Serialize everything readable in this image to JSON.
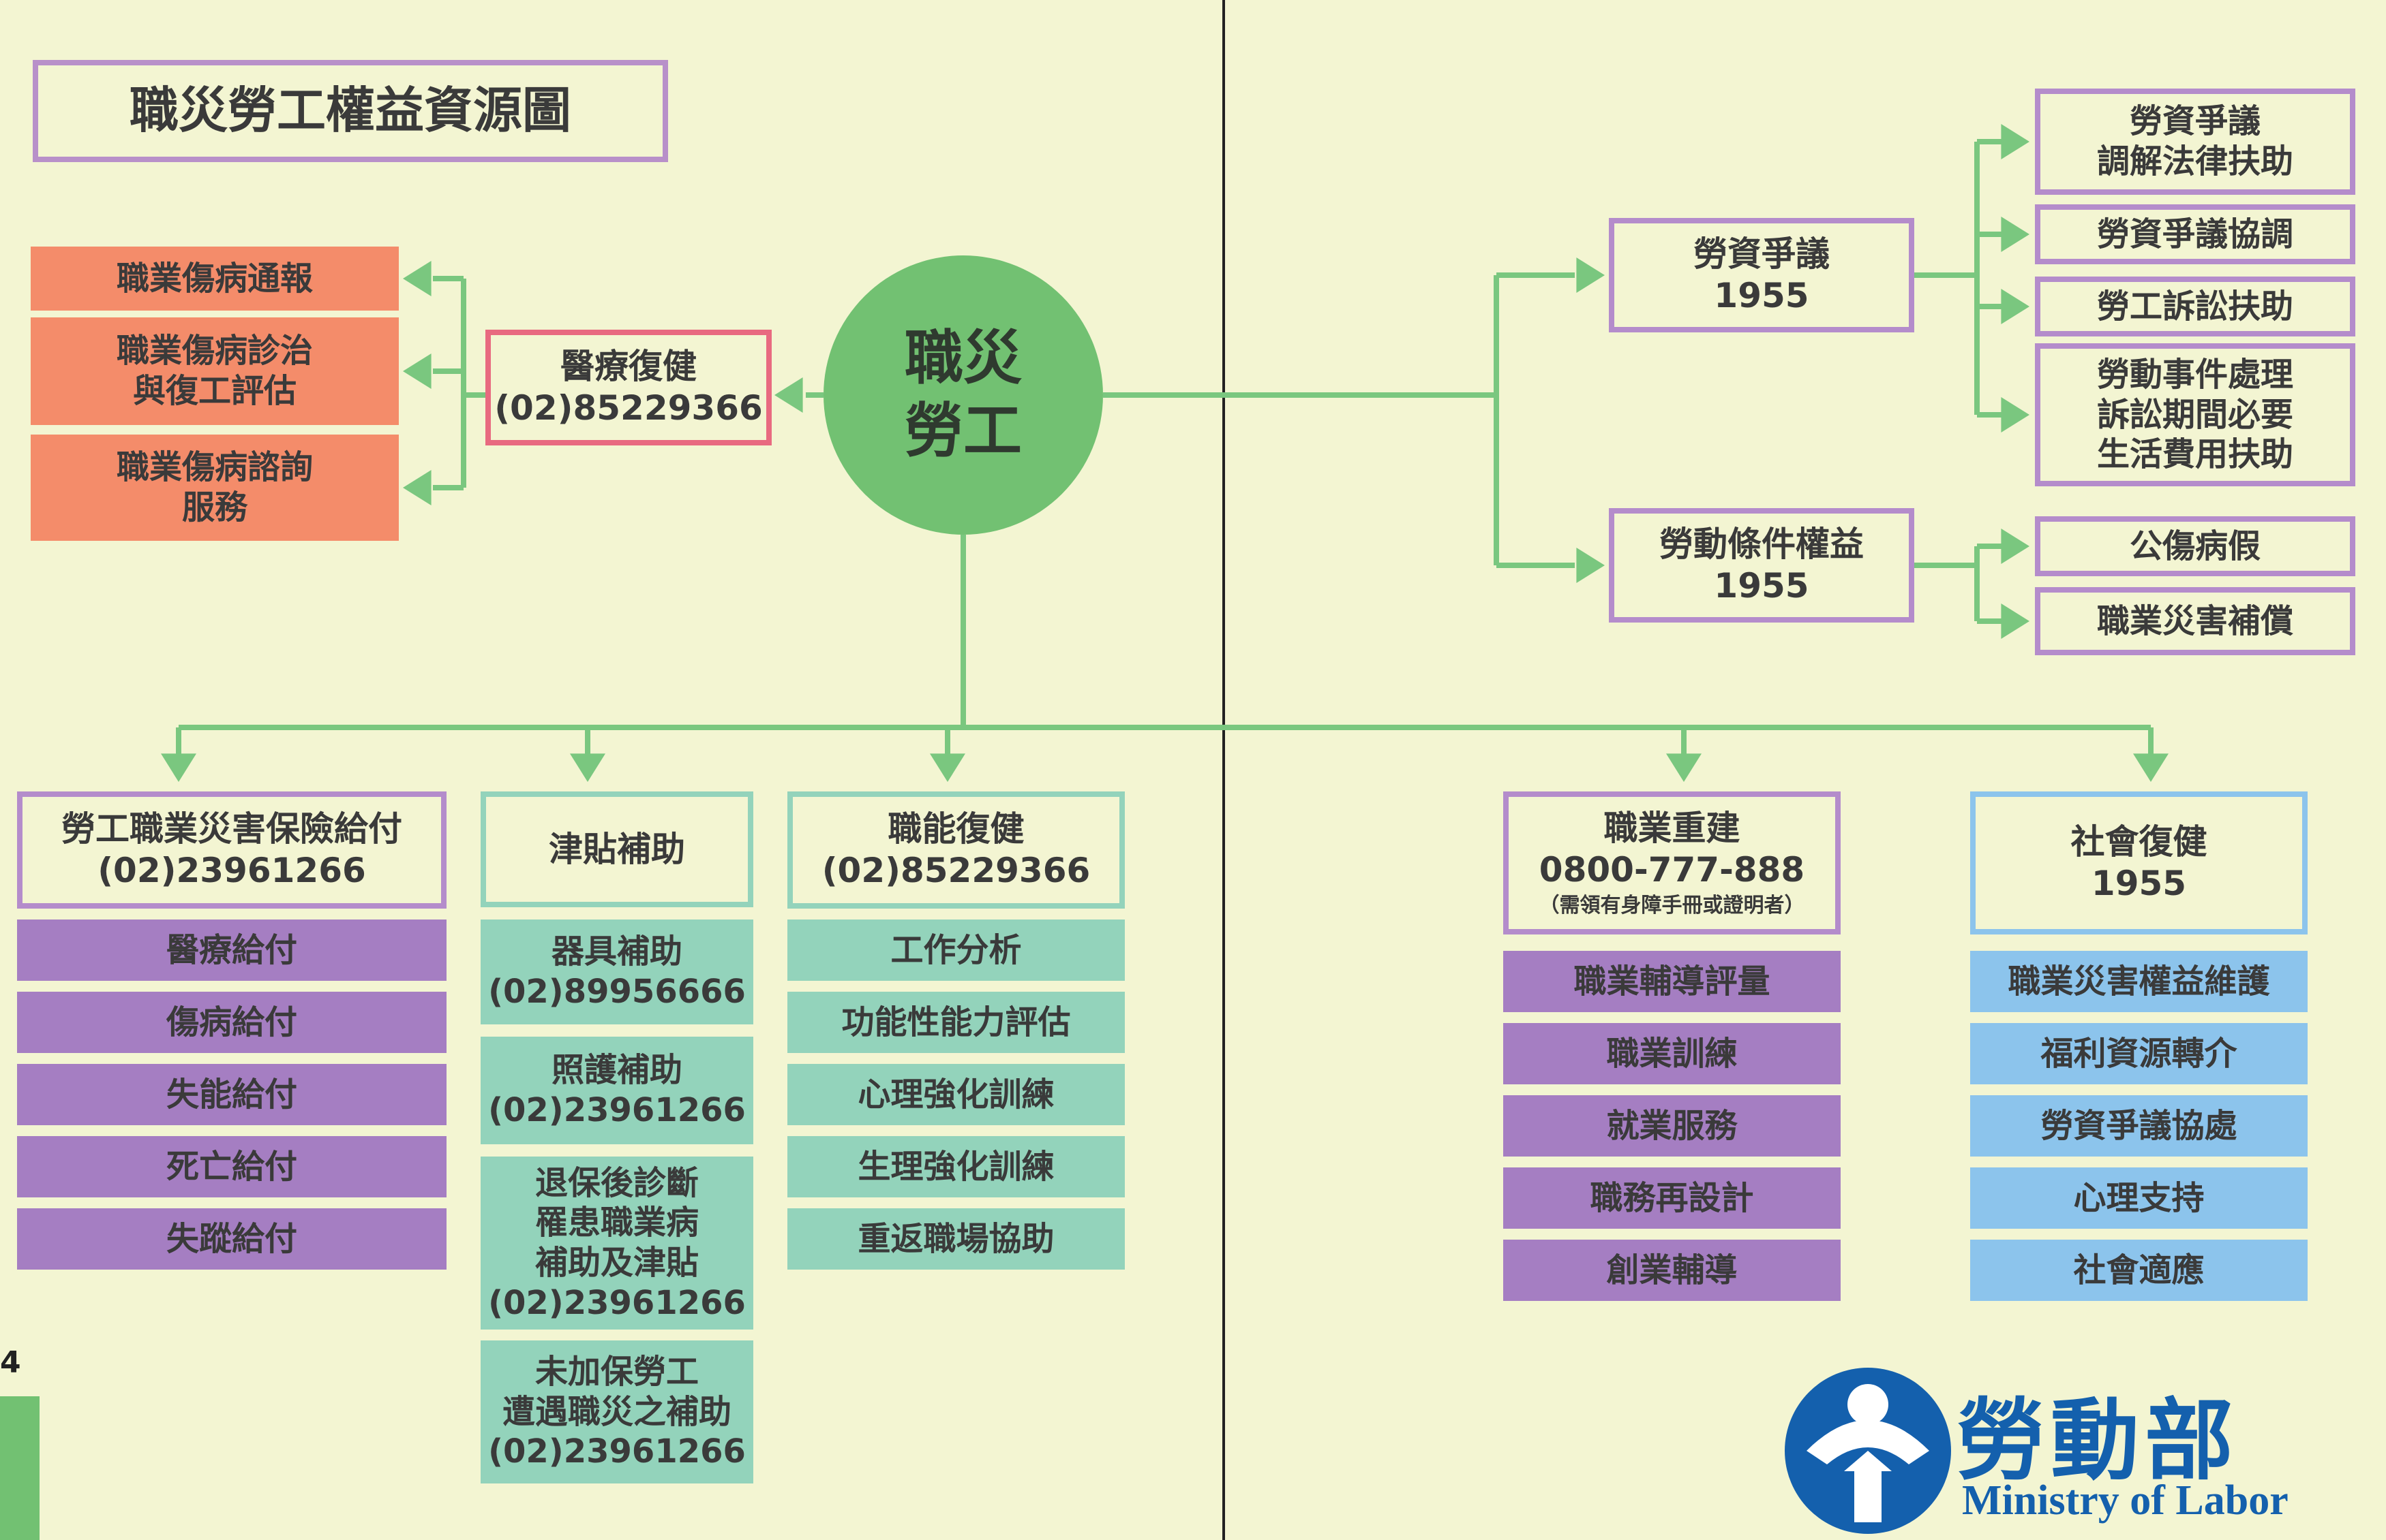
{
  "title": "職災勞工權益資源圖",
  "center": {
    "lines": [
      "職災",
      "勞工"
    ]
  },
  "medical": {
    "header": [
      "醫療復健",
      "(02)85229366"
    ],
    "items": [
      [
        "職業傷病通報"
      ],
      [
        "職業傷病診治",
        "與復工評估"
      ],
      [
        "職業傷病諮詢",
        "服務"
      ]
    ]
  },
  "labor_dispute": {
    "header": [
      "勞資爭議",
      "1955"
    ],
    "items": [
      [
        "勞資爭議",
        "調解法律扶助"
      ],
      [
        "勞資爭議協調"
      ],
      [
        "勞工訴訟扶助"
      ],
      [
        "勞動事件處理",
        "訴訟期間必要",
        "生活費用扶助"
      ]
    ]
  },
  "labor_conditions": {
    "header": [
      "勞動條件權益",
      "1955"
    ],
    "items": [
      [
        "公傷病假"
      ],
      [
        "職業災害補償"
      ]
    ]
  },
  "insurance": {
    "header": [
      "勞工職業災害保險給付",
      "(02)23961266"
    ],
    "items": [
      [
        "醫療給付"
      ],
      [
        "傷病給付"
      ],
      [
        "失能給付"
      ],
      [
        "死亡給付"
      ],
      [
        "失蹤給付"
      ]
    ]
  },
  "subsidy": {
    "header": [
      "津貼補助"
    ],
    "items": [
      [
        "器具補助",
        "(02)89956666"
      ],
      [
        "照護補助",
        "(02)23961266"
      ],
      [
        "退保後診斷",
        "罹患職業病",
        "補助及津貼",
        "(02)23961266"
      ],
      [
        "未加保勞工",
        "遭遇職災之補助",
        "(02)23961266"
      ]
    ]
  },
  "functional": {
    "header": [
      "職能復健",
      "(02)85229366"
    ],
    "items": [
      [
        "工作分析"
      ],
      [
        "功能性能力評估"
      ],
      [
        "心理強化訓練"
      ],
      [
        "生理強化訓練"
      ],
      [
        "重返職場協助"
      ]
    ]
  },
  "vocational": {
    "header": [
      "職業重建",
      "0800-777-888"
    ],
    "note": "（需領有身障手冊或證明者）",
    "items": [
      [
        "職業輔導評量"
      ],
      [
        "職業訓練"
      ],
      [
        "就業服務"
      ],
      [
        "職務再設計"
      ],
      [
        "創業輔導"
      ]
    ]
  },
  "social": {
    "header": [
      "社會復健",
      "1955"
    ],
    "items": [
      [
        "職業災害權益維護"
      ],
      [
        "福利資源轉介"
      ],
      [
        "勞資爭議協處"
      ],
      [
        "心理支持"
      ],
      [
        "社會適應"
      ]
    ]
  },
  "logo": {
    "name": "勞動部",
    "english": "Ministry of Labor"
  },
  "page_number": "4",
  "colors": {
    "background": "#f3f5d2",
    "connector": "#7ac77f",
    "circle": "#72c172",
    "title_border": "#b890c9",
    "orange_fill": "#f48c6a",
    "pink_border": "#e86a80",
    "purple_fill": "#a57ec2",
    "purple_border": "#b48ccb",
    "teal_fill": "#93d3bb",
    "teal_border": "#93d3bb",
    "blue_fill": "#8cc4ec",
    "blue_border": "#8cc4ec",
    "dark_text": "#3a3a3a",
    "logo_blue": "#1460ad"
  }
}
